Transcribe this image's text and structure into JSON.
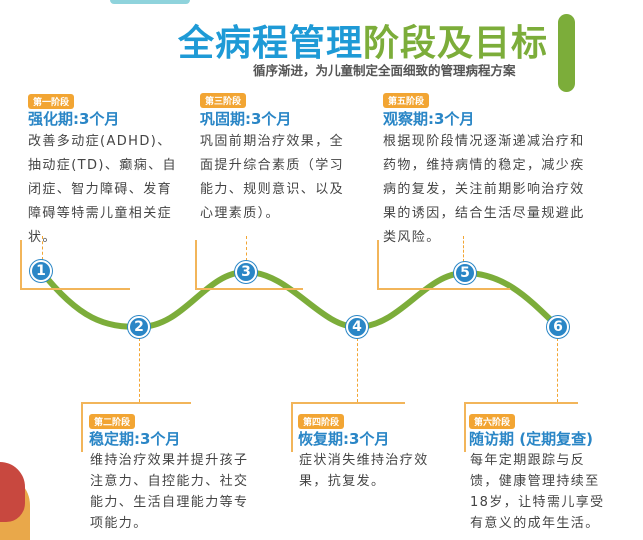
{
  "header": {
    "title_blue": "全病程管理",
    "title_green": "阶段及目标",
    "subtitle": "循序渐进，为儿童制定全面细致的管理病程方案"
  },
  "stages": [
    {
      "num": "1",
      "badge": "第一阶段",
      "title": "强化期:3个月",
      "desc": "改善多动症(ADHD)、抽动症(TD)、癫痫、自闭症、智力障碍、发育障碍等特需儿童相关症状。"
    },
    {
      "num": "2",
      "badge": "第二阶段",
      "title": "稳定期:3个月",
      "desc": "维持治疗效果并提升孩子注意力、自控能力、社交能力、生活自理能力等专项能力。"
    },
    {
      "num": "3",
      "badge": "第三阶段",
      "title": "巩固期:3个月",
      "desc": "巩固前期治疗效果，全面提升综合素质（学习能力、规则意识、以及心理素质）。"
    },
    {
      "num": "4",
      "badge": "第四阶段",
      "title": "恢复期:3个月",
      "desc": "症状消失维持治疗效果，抗复发。"
    },
    {
      "num": "5",
      "badge": "第五阶段",
      "title": "观察期:3个月",
      "desc": "根据现阶段情况逐渐递减治疗和药物，维持病情的稳定，减少疾病的复发，关注前期影响治疗效果的诱因，结合生活尽量规避此类风险。"
    },
    {
      "num": "6",
      "badge": "第六阶段",
      "title": "随访期 (定期复查)",
      "desc": "每年定期跟踪与反馈，健康管理持续至18岁，让特需儿享受有意义的成年生活。"
    }
  ],
  "colors": {
    "blue": "#2a86c6",
    "green": "#7cad3a",
    "orange": "#f2a533"
  }
}
